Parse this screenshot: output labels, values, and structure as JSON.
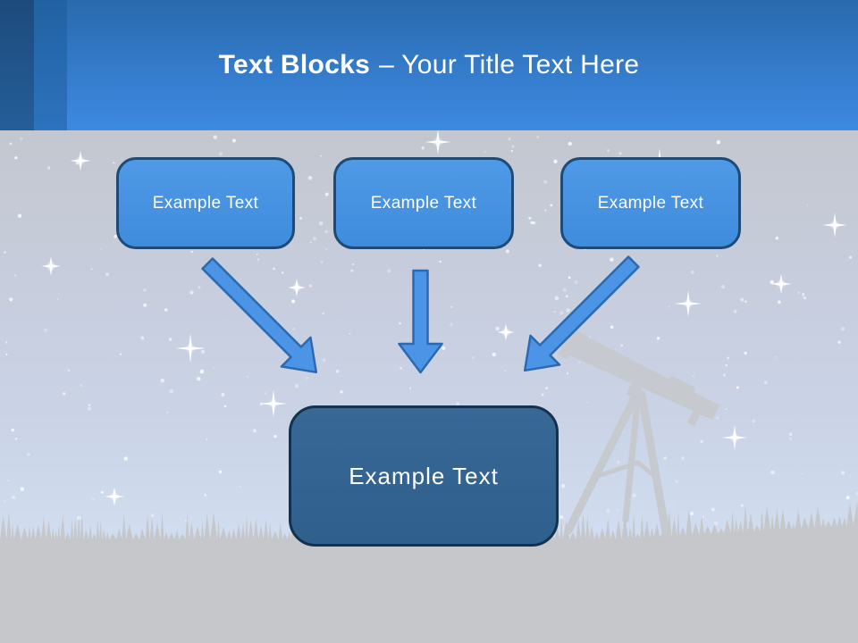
{
  "slide_title": {
    "bold_text": "Text Blocks",
    "regular_text": "– Your Title Text Here"
  },
  "text_blocks": {
    "top_row": [
      {
        "label": "Example Text"
      },
      {
        "label": "Example Text"
      },
      {
        "label": "Example Text"
      }
    ],
    "bottom": {
      "label": "Example Text"
    }
  },
  "background_elements": [
    "starry night sky",
    "telescope silhouette",
    "grass silhouette"
  ],
  "colors": {
    "header_top": "#2a6aae",
    "header_bottom": "#3d8ae2",
    "stripe_dark_top": "#1d4b7c",
    "stripe_dark_bottom": "#245e99",
    "stripe_mid_top": "#2262a3",
    "stripe_mid_bottom": "#2d72bd",
    "title_text": "#ffffff",
    "sky_top": "#c3c7cf",
    "sky_mid": "#cad3e6",
    "sky_low": "#d3e0f3",
    "ground": "#c5c7ca",
    "silhouette": "#c6c9ce",
    "box_fill": "#3f8cdd",
    "box_fill_light": "#4f9ae6",
    "box_border": "#1d4a76",
    "box_text": "#ffffff",
    "result_fill": "#2f5f8c",
    "result_fill_light": "#386896",
    "result_border": "#14314f",
    "arrow_fill": "#4b94e6",
    "arrow_border": "#2b6ab0"
  }
}
